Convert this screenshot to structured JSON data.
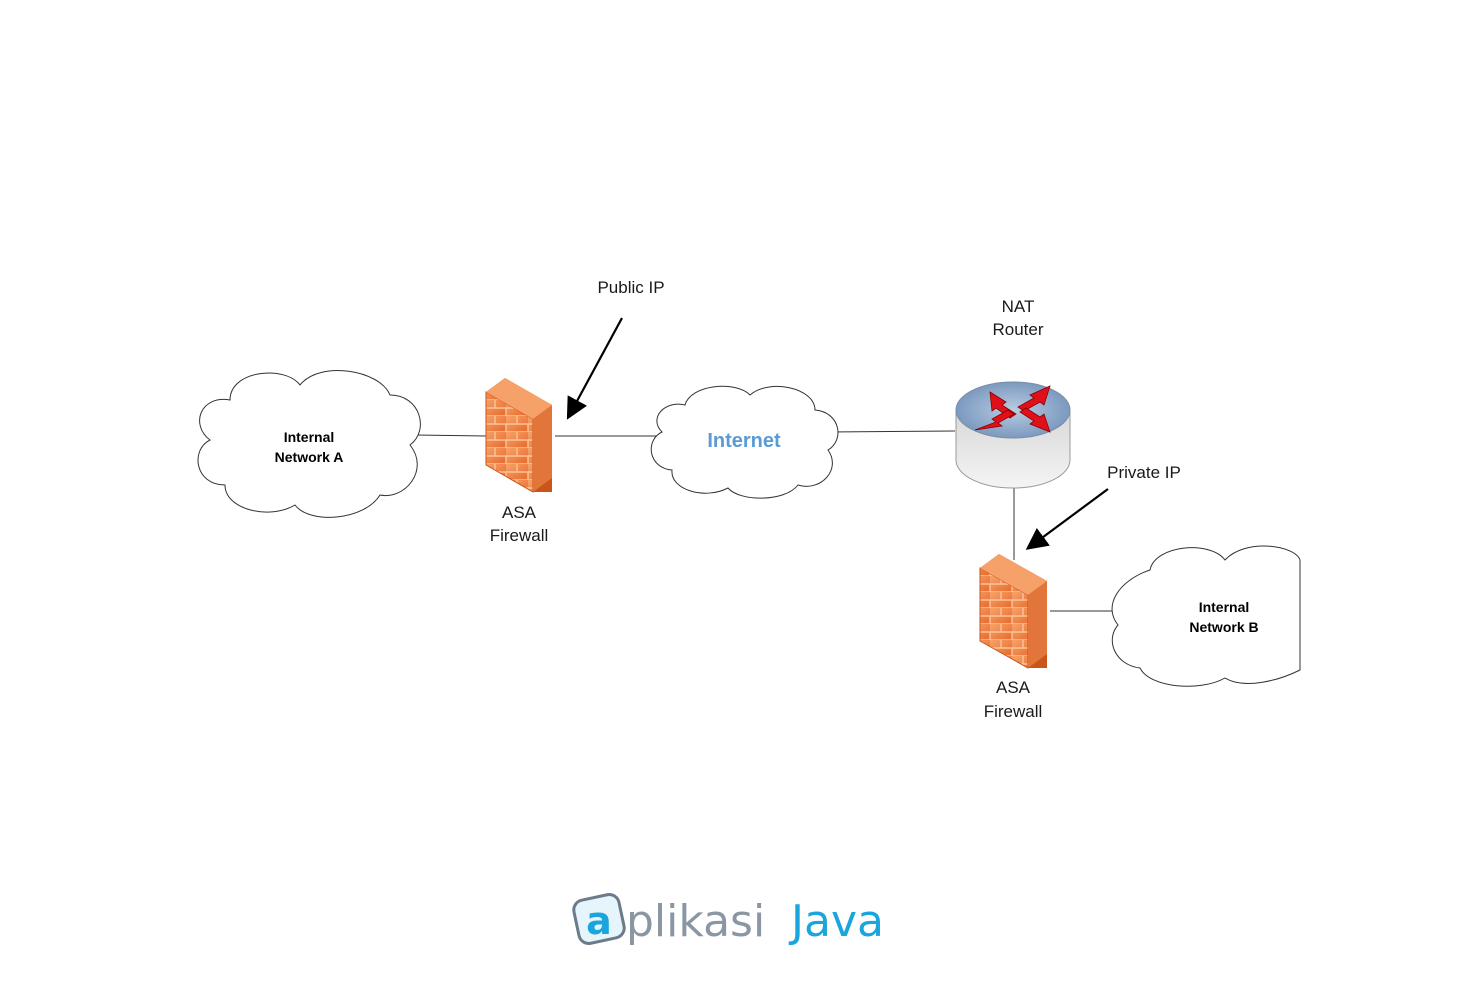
{
  "labels": {
    "public_ip": "Public IP",
    "private_ip": "Private IP",
    "nat_router_line1": "NAT",
    "nat_router_line2": "Router",
    "firewall_left_line1": "ASA",
    "firewall_left_line2": "Firewall",
    "firewall_right_line1": "ASA",
    "firewall_right_line2": "Firewall",
    "internet": "Internet",
    "network_a_line1": "Internal",
    "network_a_line2": "Network A",
    "network_b_line1": "Internal",
    "network_b_line2": "Network B"
  },
  "logo": {
    "part1": "plikasi",
    "part2": "Java",
    "mark": "a"
  },
  "colors": {
    "firewall_brick": "#f08a4b",
    "internet_text": "#5b9bd5",
    "router_top": "#8aa6c8",
    "router_arrows": "#e0101a",
    "logo_gray": "#8a96a3",
    "logo_blue": "#1aa6dc"
  }
}
